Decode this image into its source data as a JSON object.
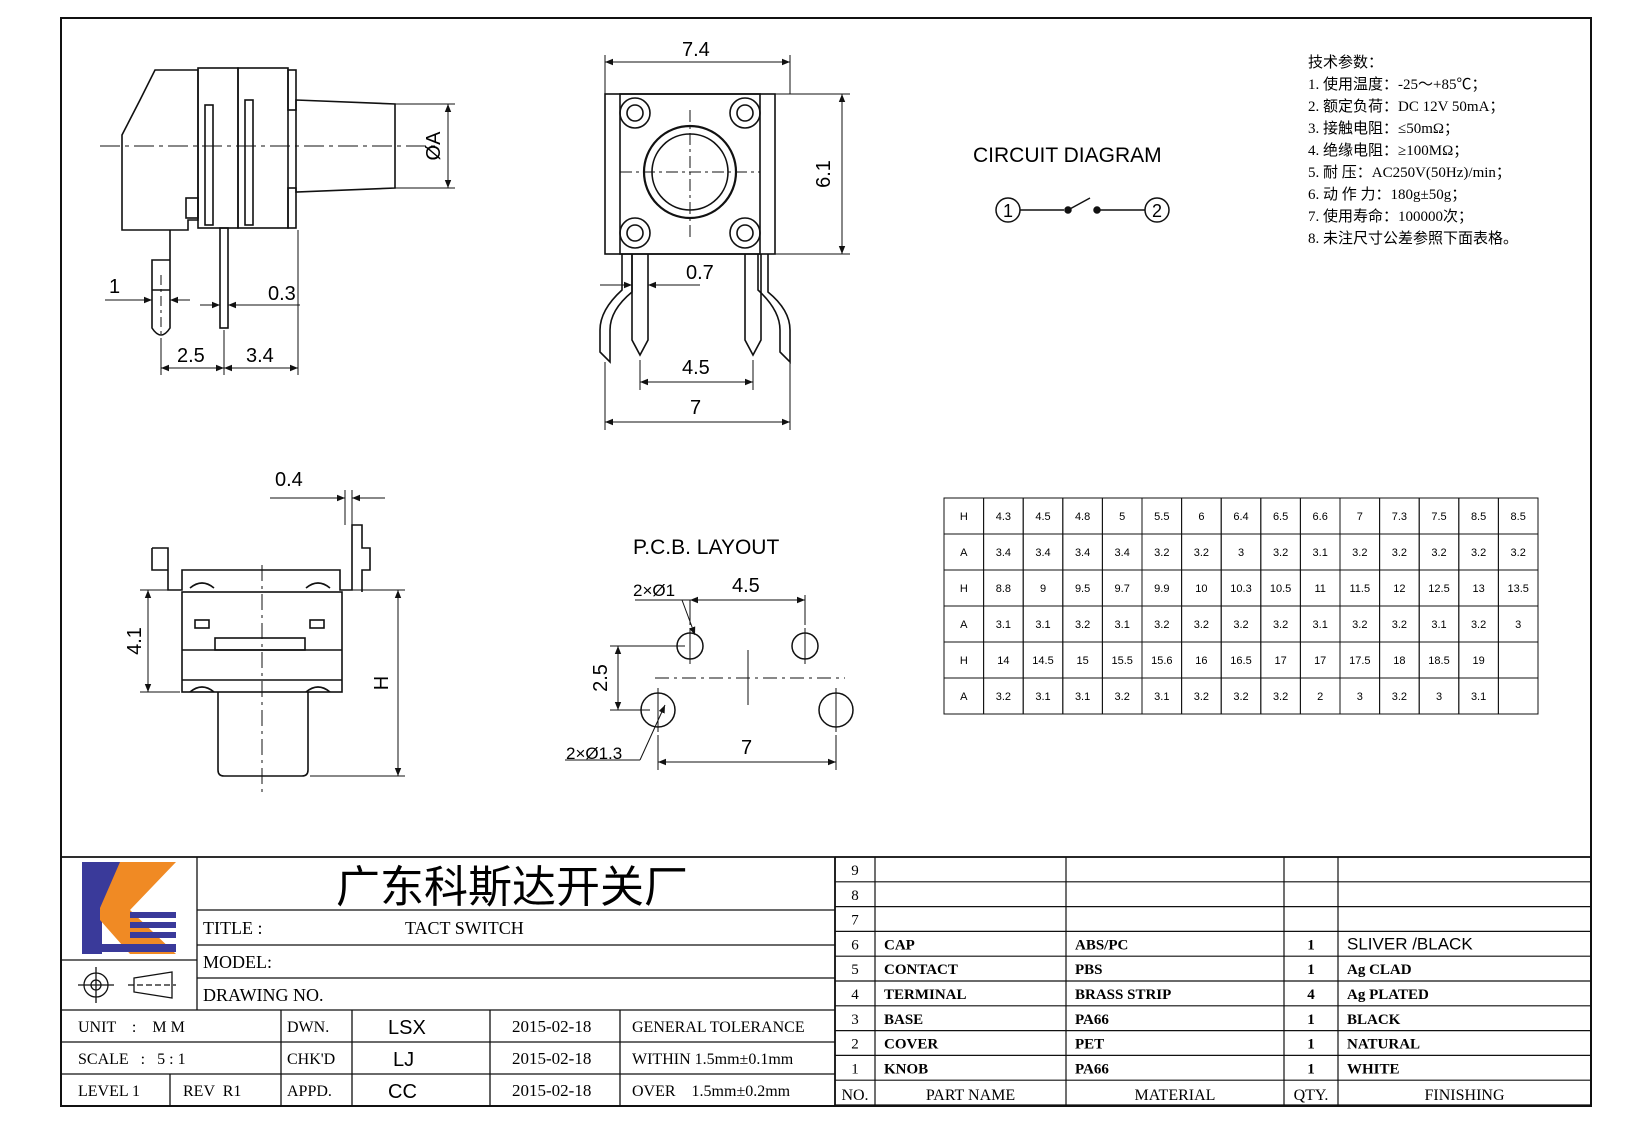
{
  "side_view": {
    "dim_1": "1",
    "dim_0_3": "0.3",
    "dim_2_5": "2.5",
    "dim_3_4": "3.4",
    "dim_oa": "ØA"
  },
  "top_view": {
    "dim_7_4": "7.4",
    "dim_6_1": "6.1",
    "dim_0_7": "0.7",
    "dim_4_5": "4.5",
    "dim_7": "7"
  },
  "front_view": {
    "dim_0_4": "0.4",
    "dim_4_1": "4.1",
    "dim_h": "H"
  },
  "circuit": {
    "title": "CIRCUIT DIAGRAM",
    "pin1": "1",
    "pin2": "2"
  },
  "specs": {
    "title": "技术参数：",
    "items": [
      "1.  使用温度：-25～+85℃；",
      "2.  额定负荷：DC 12V 50mA；",
      "3.  接触电阻：≤50mΩ；",
      "4.  绝缘电阻：≥100MΩ；",
      "5.  耐    压：AC250V(50Hz)/min；",
      "6.  动 作 力：180g±50g；",
      "7.  使用寿命：100000次；",
      "8.  未注尺寸公差参照下面表格。"
    ]
  },
  "pcb": {
    "title": "P.C.B. LAYOUT",
    "hole1": "2×Ø1",
    "hole2": "2×Ø1.3",
    "dim_4_5": "4.5",
    "dim_2_5": "2.5",
    "dim_7": "7"
  },
  "ha_table": [
    [
      "H",
      "4.3",
      "4.5",
      "4.8",
      "5",
      "5.5",
      "6",
      "6.4",
      "6.5",
      "6.6",
      "7",
      "7.3",
      "7.5",
      "8.5",
      "8.5"
    ],
    [
      "A",
      "3.4",
      "3.4",
      "3.4",
      "3.4",
      "3.2",
      "3.2",
      "3",
      "3.2",
      "3.1",
      "3.2",
      "3.2",
      "3.2",
      "3.2",
      "3.2"
    ],
    [
      "H",
      "8.8",
      "9",
      "9.5",
      "9.7",
      "9.9",
      "10",
      "10.3",
      "10.5",
      "11",
      "11.5",
      "12",
      "12.5",
      "13",
      "13.5"
    ],
    [
      "A",
      "3.1",
      "3.1",
      "3.2",
      "3.1",
      "3.2",
      "3.2",
      "3.2",
      "3.2",
      "3.1",
      "3.2",
      "3.2",
      "3.1",
      "3.2",
      "3"
    ],
    [
      "H",
      "14",
      "14.5",
      "15",
      "15.5",
      "15.6",
      "16",
      "16.5",
      "17",
      "17",
      "17.5",
      "18",
      "18.5",
      "19",
      ""
    ],
    [
      "A",
      "3.2",
      "3.1",
      "3.1",
      "3.2",
      "3.1",
      "3.2",
      "3.2",
      "3.2",
      "2",
      "3",
      "3.2",
      "3",
      "3.1",
      ""
    ]
  ],
  "title_block": {
    "company": "广东科斯达开关厂",
    "title_label": "TITLE :",
    "title_value": "TACT SWITCH",
    "model_label": "MODEL:",
    "drawing_label": "DRAWING NO.",
    "rows": [
      {
        "a": "UNIT    :    M M",
        "b": "DWN.",
        "c": "LSX",
        "d": "2015-02-18",
        "e": "GENERAL TOLERANCE"
      },
      {
        "a": "SCALE   :   5 : 1",
        "b": "CHK'D",
        "c": "LJ",
        "d": "2015-02-18",
        "e": "WITHIN 1.5mm±0.1mm"
      },
      {
        "a": "LEVEL 1",
        "a2": "REV  R1",
        "b": "APPD.",
        "c": "CC",
        "d": "2015-02-18",
        "e": "OVER    1.5mm±0.2mm"
      }
    ]
  },
  "bom": {
    "headers": [
      "NO.",
      "PART  NAME",
      "MATERIAL",
      "QTY.",
      "FINISHING"
    ],
    "rows": [
      {
        "no": "9",
        "part": "",
        "material": "",
        "qty": "",
        "finish": ""
      },
      {
        "no": "8",
        "part": "",
        "material": "",
        "qty": "",
        "finish": ""
      },
      {
        "no": "7",
        "part": "",
        "material": "",
        "qty": "",
        "finish": ""
      },
      {
        "no": "6",
        "part": "CAP",
        "material": "ABS/PC",
        "qty": "1",
        "finish": "SLIVER /BLACK"
      },
      {
        "no": "5",
        "part": "CONTACT",
        "material": "PBS",
        "qty": "1",
        "finish": "Ag CLAD"
      },
      {
        "no": "4",
        "part": "TERMINAL",
        "material": "BRASS STRIP",
        "qty": "4",
        "finish": "Ag PLATED"
      },
      {
        "no": "3",
        "part": "BASE",
        "material": "PA66",
        "qty": "1",
        "finish": "BLACK"
      },
      {
        "no": "2",
        "part": "COVER",
        "material": "PET",
        "qty": "1",
        "finish": "NATURAL"
      },
      {
        "no": "1",
        "part": "KNOB",
        "material": "PA66",
        "qty": "1",
        "finish": "WHITE"
      }
    ]
  },
  "colors": {
    "logo_blue": "#3a3a9a",
    "logo_orange": "#f08a24",
    "line": "#111111"
  }
}
